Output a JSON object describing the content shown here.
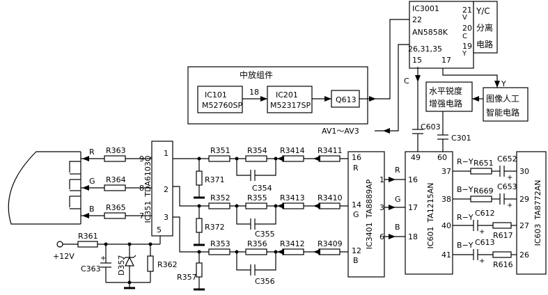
{
  "ics": {
    "ic3001": {
      "name": "IC3001",
      "part": "AN5858K",
      "pin22": "22",
      "pin21": "21",
      "pin20": "20",
      "pin19": "19",
      "pins_multi": "26,31,35",
      "pin15": "15",
      "pin17": "17"
    },
    "yc": {
      "line1": "Y/C",
      "line2": "分离",
      "line3": "电路",
      "v": "V",
      "c": "C",
      "y": "Y"
    },
    "if_group": {
      "title": "中放组件",
      "ic101": "IC101",
      "ic101_part": "M52760SP",
      "pin18": "18",
      "ic201": "IC201",
      "ic201_part": "M52317SP",
      "q613": "Q613"
    },
    "sharp": {
      "line1": "水平锐度",
      "line2": "增强电路"
    },
    "ai": {
      "line1": "图像人工",
      "line2": "智能电路"
    },
    "av": "AV1～AV3",
    "c_label": "C",
    "y_label": "Y",
    "ic351": {
      "name": "IC351",
      "part": "TDA6103Q",
      "p9": "9",
      "p8": "8",
      "p7": "7",
      "p1": "1",
      "p2": "2",
      "p3": "3",
      "p5": "5"
    },
    "ic3401": {
      "name": "IC3401",
      "part": "TA8889AP",
      "p16": "16",
      "r": "R",
      "p14": "14",
      "g": "G",
      "p12": "12",
      "b": "B",
      "p1": "1",
      "p3": "3",
      "p6": "6",
      "lr": "R",
      "lg": "G",
      "lb": "B"
    },
    "ic601": {
      "name": "IC601",
      "part": "TA1215AN",
      "p16": "16",
      "p17": "17",
      "p18": "18",
      "p49": "49",
      "p60": "60",
      "p37": "37",
      "p38": "38",
      "p40": "40",
      "p41": "41"
    },
    "ic603": {
      "name": "IC603",
      "part": "TA8772AN",
      "p30": "30",
      "p29": "29",
      "p27": "27",
      "p26": "26"
    }
  },
  "components": {
    "R363": "R363",
    "R364": "R364",
    "R365": "R365",
    "R351": "R351",
    "R354": "R354",
    "R3414": "R3414",
    "R3411": "R3411",
    "R352": "R352",
    "R355": "R355",
    "R3413": "R3413",
    "R3410": "R3410",
    "R353": "R353",
    "R356": "R356",
    "R3412": "R3412",
    "R3409": "R3409",
    "R371": "R371",
    "R372": "R372",
    "R357": "R357",
    "C354": "C354",
    "C355": "C355",
    "C356": "C356",
    "R361": "R361",
    "R362": "R362",
    "C363": "C363",
    "D357": "D357",
    "C603": "C603",
    "C301": "C301",
    "R651": "R651",
    "R669": "R669",
    "C652": "C652",
    "C653": "C653",
    "C612": "C612",
    "C613": "C613",
    "R617": "R617",
    "R616": "R616"
  },
  "labels": {
    "R": "R",
    "G": "G",
    "B": "B",
    "v12": "+12V",
    "ry1": "R−Y",
    "by1": "B−Y",
    "ry2": "R−Y",
    "by2": "B−Y",
    "plus": "+"
  }
}
